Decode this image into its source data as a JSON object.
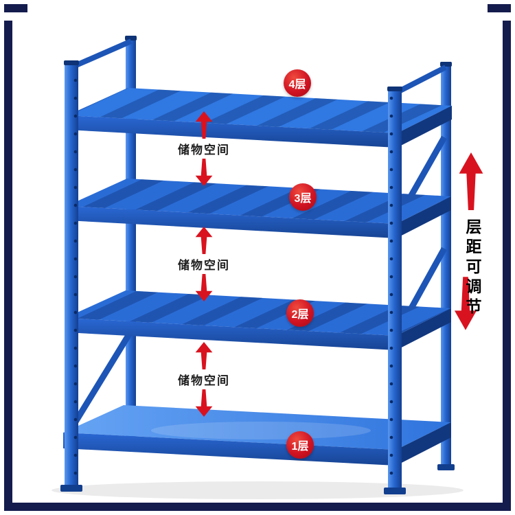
{
  "page": {
    "background": "#ffffff"
  },
  "frame": {
    "color": "#141b4d"
  },
  "rack": {
    "name": "blue-storage-shelving-rack",
    "levels": 4,
    "colors": {
      "primary_blue": "#2163cf",
      "dark_blue": "#123e8e",
      "light_blue": "#5597f0"
    }
  },
  "annotations": {
    "accent_red": "#d8131f",
    "layer_badges": [
      {
        "label": "4层"
      },
      {
        "label": "3层"
      },
      {
        "label": "2层"
      },
      {
        "label": "1层"
      }
    ],
    "storage_labels": [
      {
        "label": "储物空间"
      },
      {
        "label": "储物空间"
      },
      {
        "label": "储物空间"
      }
    ],
    "adjustable_note": {
      "label": "层距可调节"
    },
    "icons": {
      "up_arrow": "red-up-arrow-icon",
      "down_arrow": "red-down-arrow-icon"
    }
  }
}
